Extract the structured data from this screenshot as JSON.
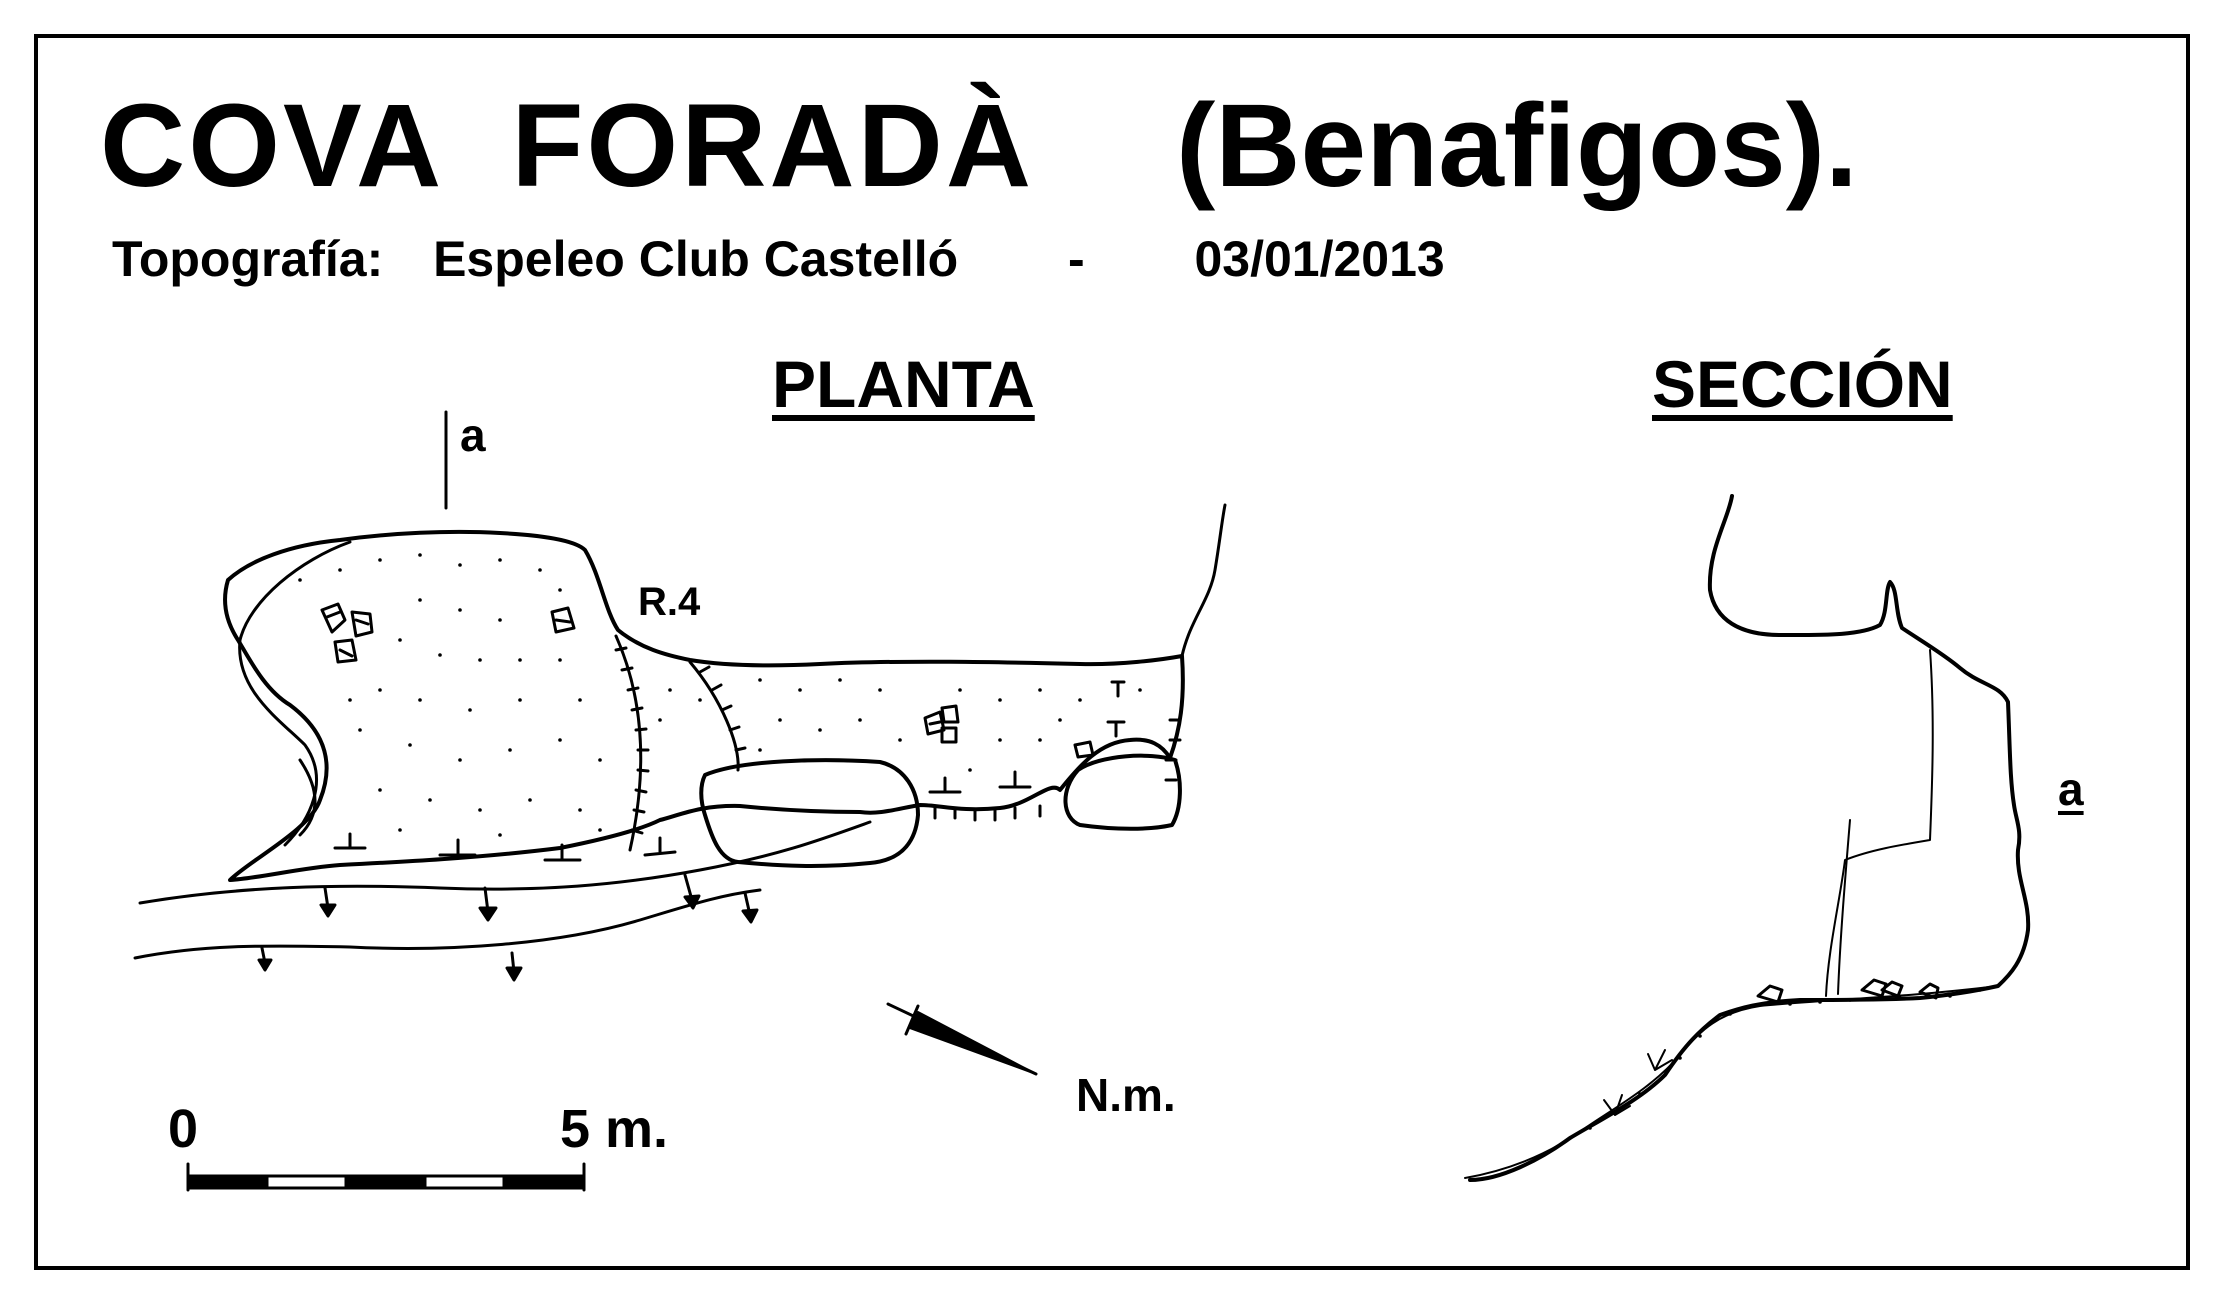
{
  "header": {
    "cave_name": "COVA  FORADÀ",
    "locality": "(Benafigos).",
    "survey_label": "Topografía:",
    "survey_club": "Espeleo Club Castelló",
    "separator": "-",
    "survey_date": "03/01/2013"
  },
  "views": {
    "plan_title": "PLANTA",
    "section_title": "SECCIÓN"
  },
  "labels": {
    "section_line_plan": "a",
    "section_line_section": "a",
    "pitch": "R.4",
    "north": "N.m."
  },
  "scale": {
    "start": "0",
    "end": "5 m."
  },
  "colors": {
    "ink": "#000000",
    "paper": "#ffffff"
  }
}
